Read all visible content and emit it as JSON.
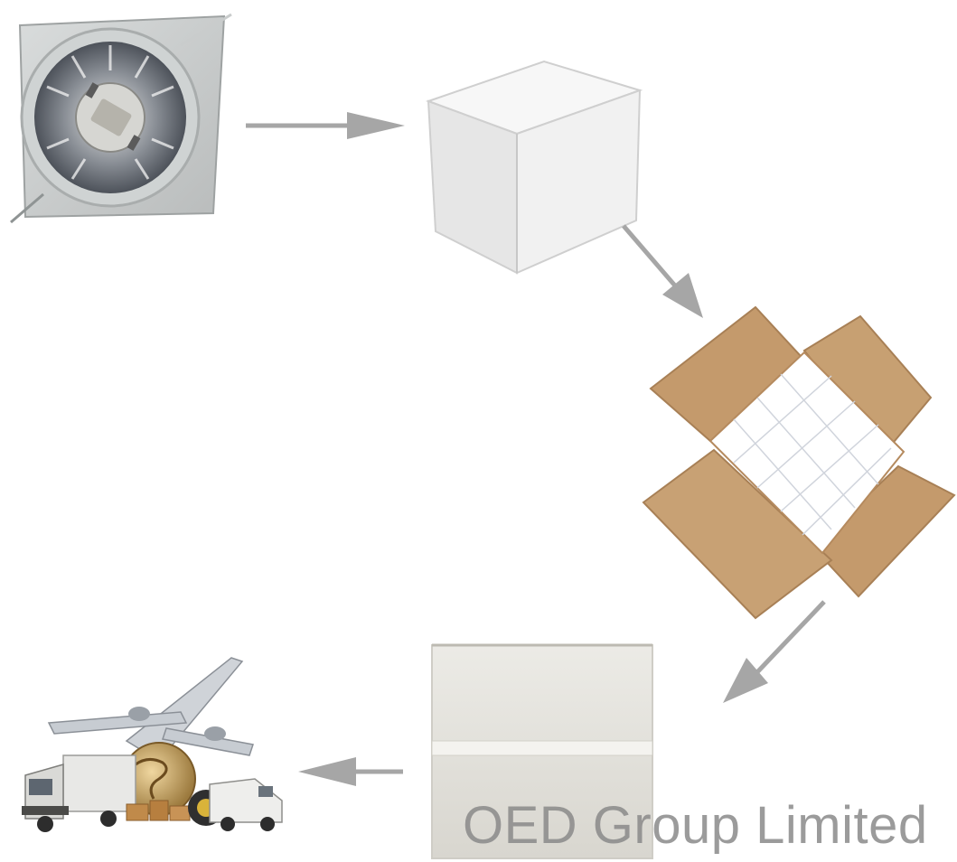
{
  "diagram": {
    "steps": [
      {
        "name": "lamp-in-blister"
      },
      {
        "name": "white-inner-box"
      },
      {
        "name": "open-carton-with-inner-boxes"
      },
      {
        "name": "sealed-carton"
      },
      {
        "name": "shipping-by-air-and-road"
      }
    ]
  },
  "colors": {
    "arrow": "#a6a6a6",
    "carton": "#c49a6c",
    "white_box": "#f2f2f2"
  },
  "watermark": {
    "text": "OED Group Limited"
  }
}
